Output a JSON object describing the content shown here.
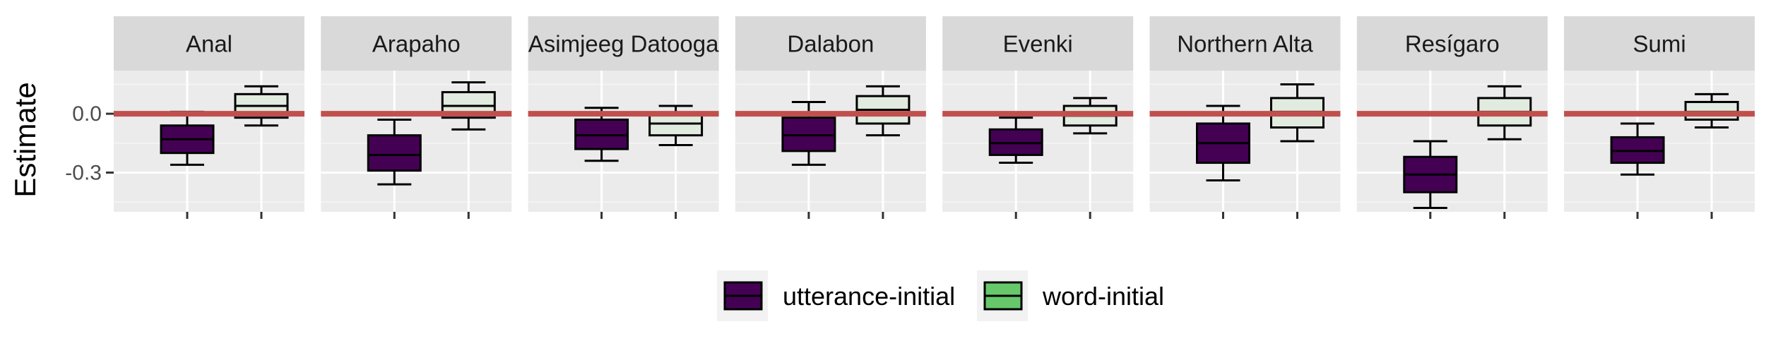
{
  "chart_data": {
    "type": "boxplot",
    "ylabel": "Estimate",
    "xlabel": "",
    "ylim": [
      -0.5,
      0.22
    ],
    "y_ticks": [
      0.0,
      -0.3
    ],
    "y_tick_labels": [
      "0.0",
      "-0.3"
    ],
    "reference_line": {
      "y": 0.0,
      "color": "#c0504d"
    },
    "grid": true,
    "legend_position": "bottom",
    "groups": [
      "utterance-initial",
      "word-initial"
    ],
    "group_colors": {
      "utterance-initial": "#440154",
      "word-initial": "#66c86a"
    },
    "facets": [
      {
        "label": "Anal",
        "boxes": [
          {
            "group": "utterance-initial",
            "whisker_low": -0.26,
            "q1": -0.2,
            "median": -0.13,
            "q3": -0.06,
            "whisker_high": 0.01
          },
          {
            "group": "word-initial",
            "whisker_low": -0.06,
            "q1": -0.02,
            "median": 0.04,
            "q3": 0.1,
            "whisker_high": 0.14
          }
        ]
      },
      {
        "label": "Arapaho",
        "boxes": [
          {
            "group": "utterance-initial",
            "whisker_low": -0.36,
            "q1": -0.29,
            "median": -0.21,
            "q3": -0.11,
            "whisker_high": -0.03
          },
          {
            "group": "word-initial",
            "whisker_low": -0.08,
            "q1": -0.02,
            "median": 0.04,
            "q3": 0.11,
            "whisker_high": 0.16
          }
        ]
      },
      {
        "label": "Asimjeeg Datooga",
        "boxes": [
          {
            "group": "utterance-initial",
            "whisker_low": -0.24,
            "q1": -0.18,
            "median": -0.11,
            "q3": -0.03,
            "whisker_high": 0.03
          },
          {
            "group": "word-initial",
            "whisker_low": -0.16,
            "q1": -0.11,
            "median": -0.05,
            "q3": 0.0,
            "whisker_high": 0.04
          }
        ]
      },
      {
        "label": "Dalabon",
        "boxes": [
          {
            "group": "utterance-initial",
            "whisker_low": -0.26,
            "q1": -0.19,
            "median": -0.11,
            "q3": -0.02,
            "whisker_high": 0.06
          },
          {
            "group": "word-initial",
            "whisker_low": -0.11,
            "q1": -0.05,
            "median": 0.02,
            "q3": 0.09,
            "whisker_high": 0.14
          }
        ]
      },
      {
        "label": "Evenki",
        "boxes": [
          {
            "group": "utterance-initial",
            "whisker_low": -0.25,
            "q1": -0.21,
            "median": -0.15,
            "q3": -0.08,
            "whisker_high": -0.02
          },
          {
            "group": "word-initial",
            "whisker_low": -0.1,
            "q1": -0.06,
            "median": -0.01,
            "q3": 0.04,
            "whisker_high": 0.08
          }
        ]
      },
      {
        "label": "Northern Alta",
        "boxes": [
          {
            "group": "utterance-initial",
            "whisker_low": -0.34,
            "q1": -0.25,
            "median": -0.15,
            "q3": -0.05,
            "whisker_high": 0.04
          },
          {
            "group": "word-initial",
            "whisker_low": -0.14,
            "q1": -0.07,
            "median": 0.01,
            "q3": 0.08,
            "whisker_high": 0.15
          }
        ]
      },
      {
        "label": "Resígaro",
        "boxes": [
          {
            "group": "utterance-initial",
            "whisker_low": -0.48,
            "q1": -0.4,
            "median": -0.31,
            "q3": -0.22,
            "whisker_high": -0.14
          },
          {
            "group": "word-initial",
            "whisker_low": -0.13,
            "q1": -0.06,
            "median": 0.01,
            "q3": 0.08,
            "whisker_high": 0.14
          }
        ]
      },
      {
        "label": "Sumi",
        "boxes": [
          {
            "group": "utterance-initial",
            "whisker_low": -0.31,
            "q1": -0.25,
            "median": -0.19,
            "q3": -0.12,
            "whisker_high": -0.05
          },
          {
            "group": "word-initial",
            "whisker_low": -0.07,
            "q1": -0.03,
            "median": 0.01,
            "q3": 0.06,
            "whisker_high": 0.1
          }
        ]
      }
    ]
  }
}
